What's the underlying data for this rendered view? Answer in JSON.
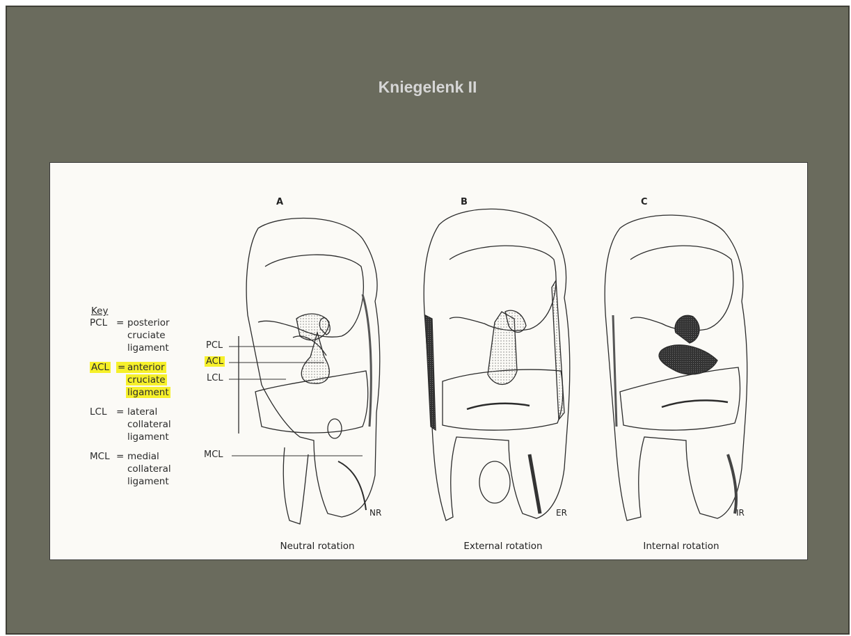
{
  "slide": {
    "title": "Kniegelenk II",
    "background": "#6a6b5d",
    "highlight_color": "#f6f02a"
  },
  "figure": {
    "key_title": "Key",
    "key": [
      {
        "term": "PCL",
        "desc": [
          "posterior",
          "cruciate",
          "ligament"
        ],
        "highlighted": false
      },
      {
        "term": "ACL",
        "desc": [
          "anterior",
          "cruciate",
          "ligament"
        ],
        "highlighted": true
      },
      {
        "term": "LCL",
        "desc": [
          "lateral",
          "collateral",
          "ligament"
        ],
        "highlighted": false
      },
      {
        "term": "MCL",
        "desc": [
          "medial",
          "collateral",
          "ligament"
        ],
        "highlighted": false
      }
    ],
    "pointers": [
      "PCL",
      "ACL",
      "LCL",
      "MCL"
    ],
    "panels": [
      {
        "letter": "A",
        "corner": "NR",
        "caption": "Neutral rotation"
      },
      {
        "letter": "B",
        "corner": "ER",
        "caption": "External rotation"
      },
      {
        "letter": "C",
        "corner": "IR",
        "caption": "Internal rotation"
      }
    ]
  }
}
